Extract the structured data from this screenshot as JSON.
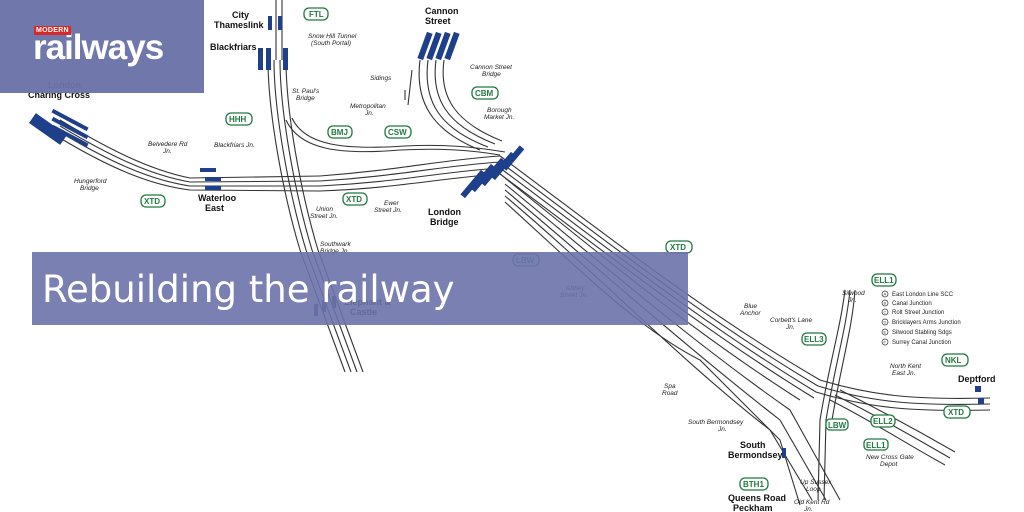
{
  "logo": {
    "brand_small": "MODERN",
    "brand_big": "railways"
  },
  "banner": {
    "title": "Rebuilding the railway"
  },
  "stations": {
    "charing_cross": "London\nCharing Cross",
    "city_thameslink": "City\nThameslink",
    "blackfriars": "Blackfriars",
    "cannon_street": "Cannon\nStreet",
    "waterloo_east": "Waterloo\nEast",
    "london_bridge": "London\nBridge",
    "elephant_castle": "Elephant &\nCastle",
    "south_bermondsey": "South\nBermondsey",
    "queens_road_peckham": "Queens Road\nPeckham",
    "deptford": "Deptford"
  },
  "junctions": {
    "snow_hill": "Snow Hill Tunnel\n(South Portal)",
    "st_pauls": "St. Paul's\nBridge",
    "cannon_street_bridge": "Cannon Street\nBridge",
    "sidings": "Sidings",
    "metropolitan": "Metropolitan\nJn.",
    "borough_market": "Borough\nMarket Jn.",
    "belvedere": "Belvedere Rd\nJn.",
    "blackfriars_jn": "Blackfriars Jn.",
    "hungerford": "Hungerford\nBridge",
    "union_street": "Union\nStreet Jn.",
    "ewer_street": "Ewer\nStreet Jn.",
    "southwark_bridge": "Southwark\nBridge Jn.",
    "abbey_street": "Abbey\nStreet Jn.",
    "blue_anchor": "Blue\nAnchor",
    "corbetts_lane": "Corbett's Lane\nJn.",
    "silwood": "Silwood\nJn.",
    "spa_road": "Spa\nRoad",
    "south_bermondsey_jn": "South Bermondsey\nJn.",
    "north_kent_east": "North Kent\nEast Jn.",
    "new_cross_gate": "New Cross Gate\nDepot",
    "up_sussex_loop": "Up Sussex\nLoop",
    "old_kent_rd": "Old Kent Rd\nJn."
  },
  "codes": [
    "FTL",
    "HHH",
    "BMJ",
    "CSW",
    "CBM",
    "XTD",
    "XTD",
    "LBW",
    "XTD",
    "ELL1",
    "ELL3",
    "NKL",
    "ELL2",
    "XTD",
    "LBW",
    "ELL1",
    "BTH1"
  ],
  "legend": [
    "East London Line SCC",
    "Canal Junction",
    "Rolt Street Junction",
    "Bricklayers Arms Junction",
    "Silwood Stabling Sdgs",
    "Surrey Canal Junction"
  ],
  "legend_markers": [
    "A",
    "B",
    "C",
    "D",
    "E",
    "F"
  ],
  "colors": {
    "banner": "#6b73a8",
    "track": "#333333",
    "code": "#1f7a3e",
    "platform": "#1e3f8a",
    "logo_red": "#d6211f"
  }
}
